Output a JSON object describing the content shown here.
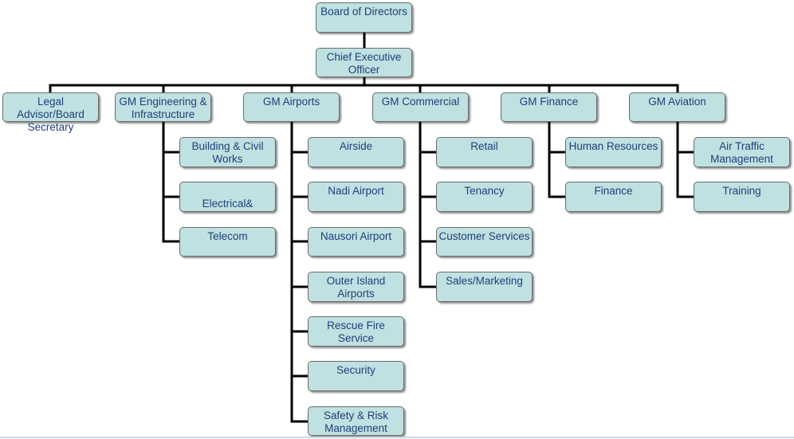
{
  "chart": {
    "board": "Board of Directors",
    "ceo": "Chief Executive\nOfficer",
    "legal": "Legal Advisor/Board\nSecretary",
    "engineering": "GM Engineering &\nInfrastructure",
    "airports": "GM Airports",
    "commercial": "GM Commercial",
    "finance": "GM Finance",
    "aviation": "GM Aviation",
    "engineering_items": [
      "Building & Civil\nWorks",
      "\nElectrical&",
      "Telecom"
    ],
    "airports_items": [
      "Airside",
      "Nadi Airport",
      "Nausori Airport",
      "Outer Island Airports",
      "Rescue Fire Service",
      "Security",
      "Safety & Risk\nManagement"
    ],
    "commercial_items": [
      "Retail",
      "Tenancy",
      "Customer Services",
      "Sales/Marketing"
    ],
    "finance_items": [
      "Human Resources",
      "Finance"
    ],
    "aviation_items": [
      "Air Traffic\nManagement",
      "Training"
    ]
  },
  "colors": {
    "box_fill": "#bfe1e1",
    "box_border": "#6b6b6b",
    "text": "#1f3f7a",
    "connector": "#000000"
  }
}
